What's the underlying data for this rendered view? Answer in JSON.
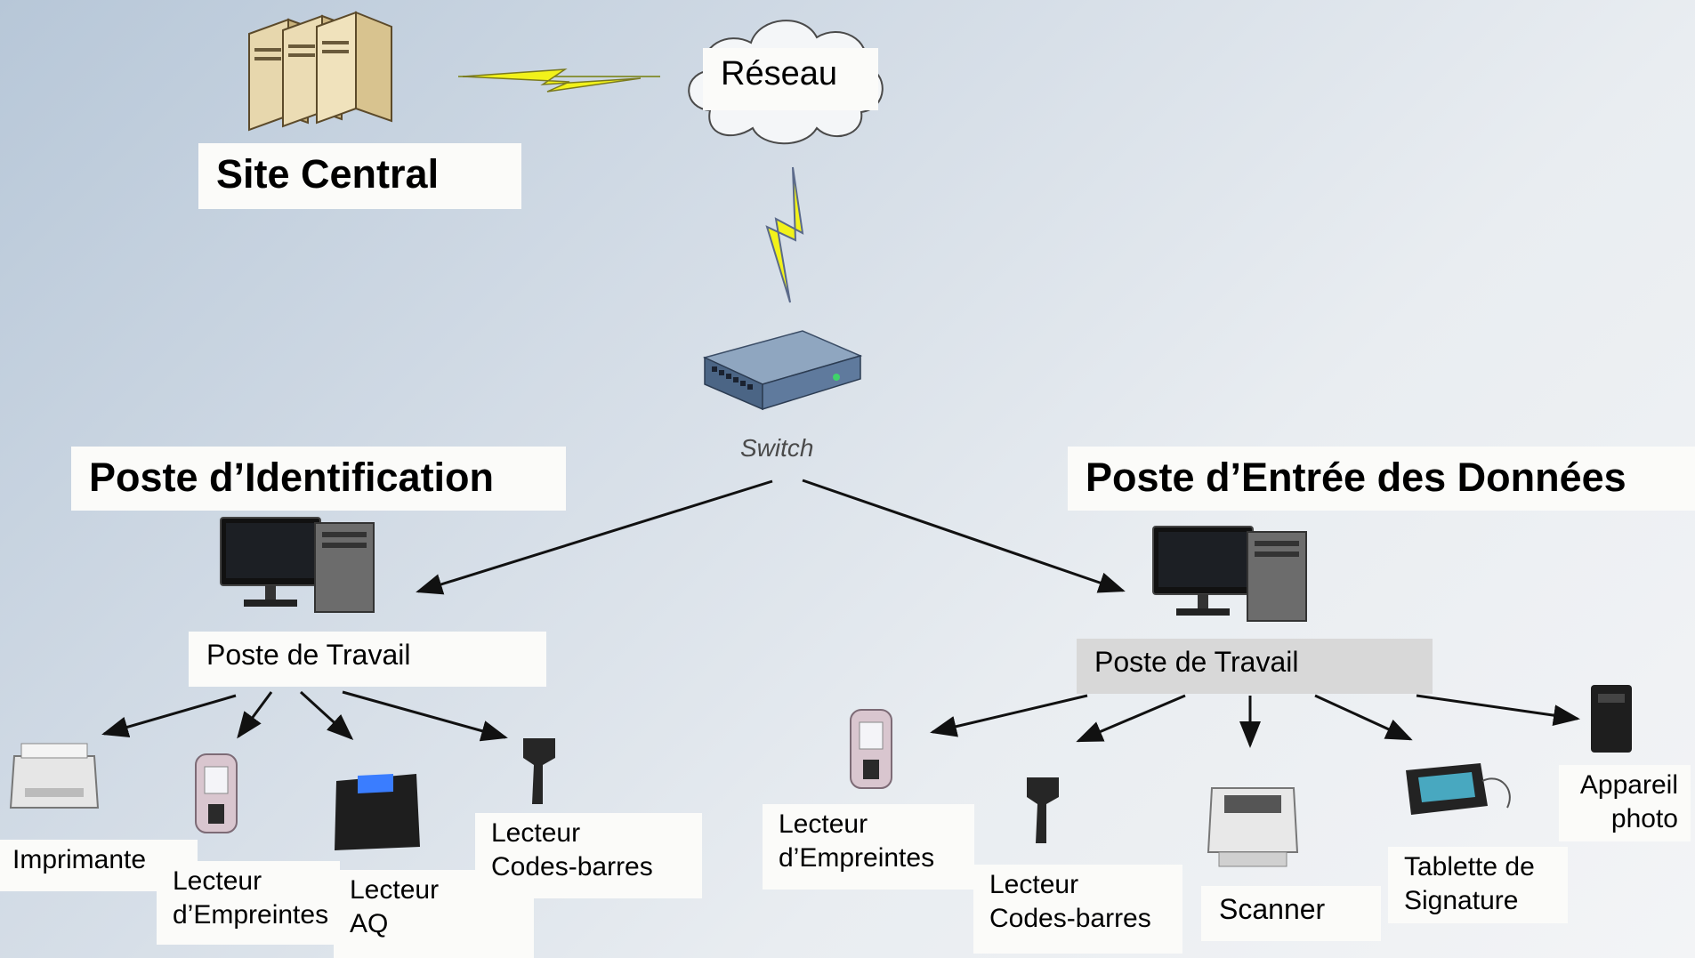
{
  "nodes": {
    "site_central": "Site Central",
    "reseau": "Réseau",
    "switch": "Switch",
    "poste_identification": "Poste d’Identification",
    "poste_entree": "Poste d’Entrée des Données",
    "left_workstation": "Poste de Travail",
    "right_workstation": "Poste de Travail"
  },
  "left_devices": {
    "printer": [
      "Imprimante"
    ],
    "fingerprint": [
      "Lecteur",
      "d’Empreintes"
    ],
    "aq": [
      "Lecteur",
      "AQ"
    ],
    "barcode": [
      "Lecteur",
      "Codes-barres"
    ]
  },
  "right_devices": {
    "fingerprint": [
      "Lecteur",
      "d’Empreintes"
    ],
    "barcode": [
      "Lecteur",
      "Codes-barres"
    ],
    "scanner": [
      "Scanner"
    ],
    "signature": [
      "Tablette de",
      "Signature"
    ],
    "camera": [
      "Appareil",
      "photo"
    ]
  },
  "colors": {
    "bolt": "#f2f21a",
    "arrow": "#111111",
    "box": "#fbfbf9",
    "grey_box": "#d8d8d8"
  }
}
